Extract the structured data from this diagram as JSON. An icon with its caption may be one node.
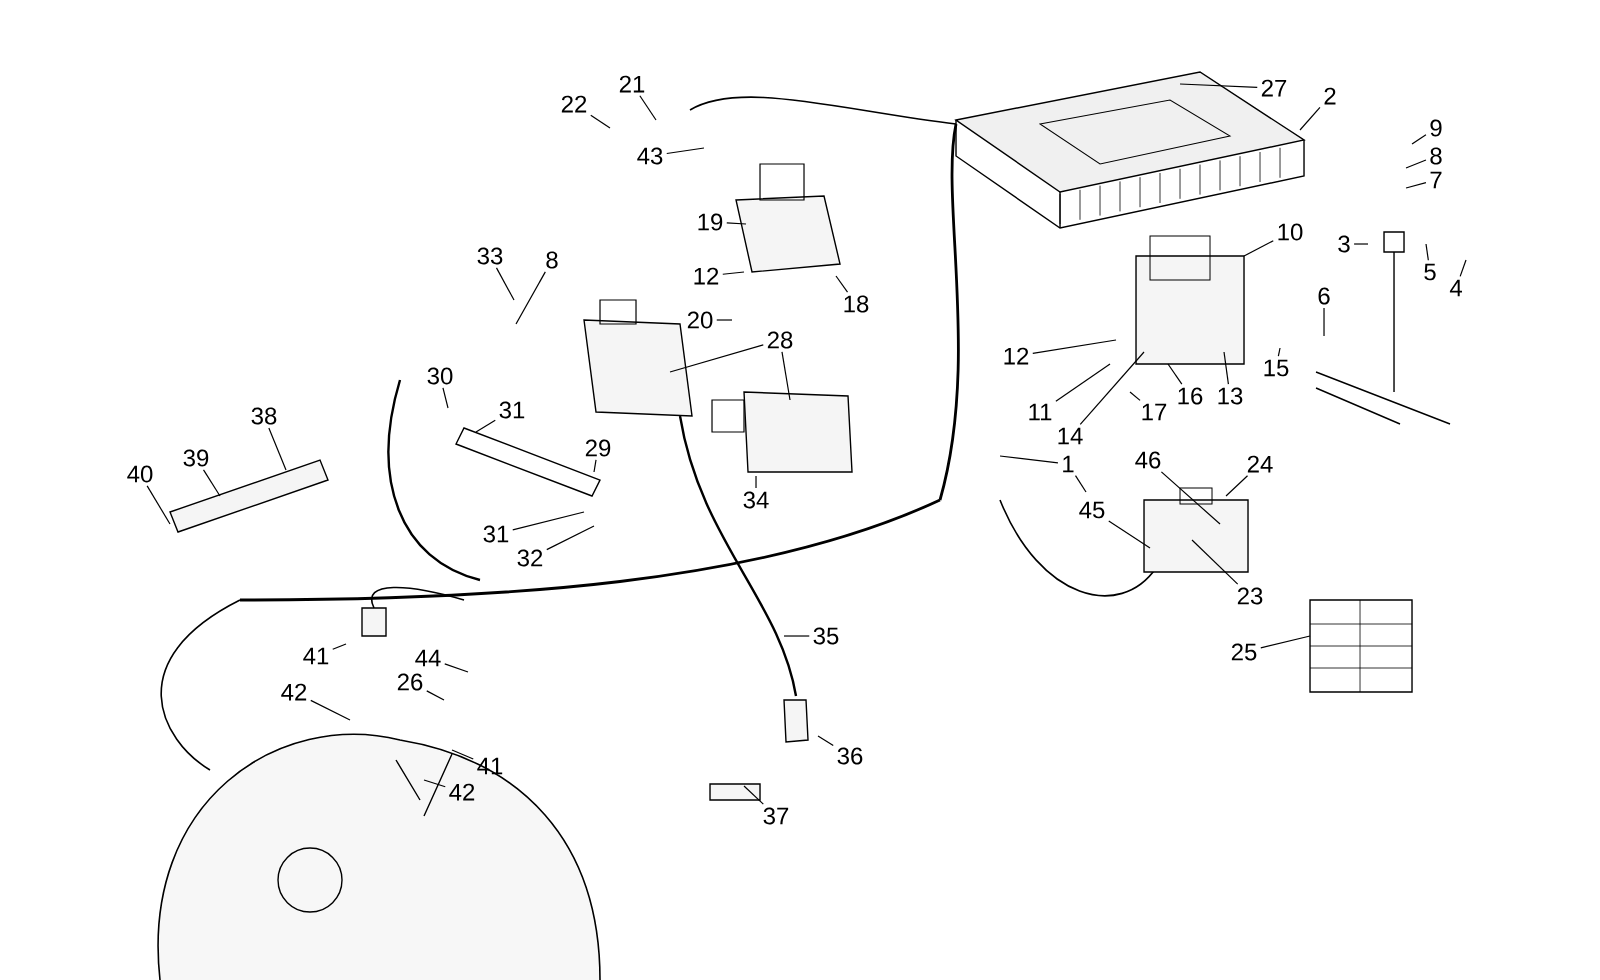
{
  "diagram": {
    "nodes": [
      {
        "text": [
          "27"
        ]
      },
      {
        "text": [
          "21"
        ]
      },
      {
        "text": [
          "2"
        ]
      },
      {
        "text": [
          "22"
        ]
      },
      {
        "text": [
          "9"
        ]
      },
      {
        "text": [
          "43"
        ]
      },
      {
        "text": [
          "8"
        ]
      },
      {
        "text": [
          "7"
        ]
      },
      {
        "text": [
          "19"
        ]
      },
      {
        "text": [
          "10"
        ]
      },
      {
        "text": [
          "3"
        ]
      },
      {
        "text": [
          "33"
        ]
      },
      {
        "text": [
          "8"
        ]
      },
      {
        "text": [
          "5"
        ]
      },
      {
        "text": [
          "12"
        ]
      },
      {
        "text": [
          "4"
        ]
      },
      {
        "text": [
          "6"
        ]
      },
      {
        "text": [
          "18"
        ]
      },
      {
        "text": [
          "20"
        ]
      },
      {
        "text": [
          "28"
        ]
      },
      {
        "text": [
          "12"
        ]
      },
      {
        "text": [
          "15"
        ]
      },
      {
        "text": [
          "30"
        ]
      },
      {
        "text": [
          "16"
        ]
      },
      {
        "text": [
          "13"
        ]
      },
      {
        "text": [
          "31"
        ]
      },
      {
        "text": [
          "11"
        ]
      },
      {
        "text": [
          "17"
        ]
      },
      {
        "text": [
          "38"
        ]
      },
      {
        "text": [
          "14"
        ]
      },
      {
        "text": [
          "29"
        ]
      },
      {
        "text": [
          "39"
        ]
      },
      {
        "text": [
          "1"
        ]
      },
      {
        "text": [
          "46"
        ]
      },
      {
        "text": [
          "24"
        ]
      },
      {
        "text": [
          "40"
        ]
      },
      {
        "text": [
          "34"
        ]
      },
      {
        "text": [
          "45"
        ]
      },
      {
        "text": [
          "31"
        ]
      },
      {
        "text": [
          "32"
        ]
      },
      {
        "text": [
          "23"
        ]
      },
      {
        "text": [
          "35"
        ]
      },
      {
        "text": [
          "25"
        ]
      },
      {
        "text": [
          "41"
        ]
      },
      {
        "text": [
          "44"
        ]
      },
      {
        "text": [
          "26"
        ]
      },
      {
        "text": [
          "42"
        ]
      },
      {
        "text": [
          "36"
        ]
      },
      {
        "text": [
          "41"
        ]
      },
      {
        "text": [
          "42"
        ]
      },
      {
        "text": [
          "37"
        ]
      }
    ],
    "edges": [
      {
        "from": 0,
        "to": null,
        "arrow": "none"
      },
      {
        "from": 1,
        "to": null,
        "arrow": "none"
      },
      {
        "from": 2,
        "to": null,
        "arrow": "none"
      },
      {
        "from": 3,
        "to": null,
        "arrow": "none"
      },
      {
        "from": 4,
        "to": null,
        "arrow": "none"
      },
      {
        "from": 5,
        "to": null,
        "arrow": "none"
      },
      {
        "from": 6,
        "to": null,
        "arrow": "none"
      },
      {
        "from": 7,
        "to": null,
        "arrow": "none"
      },
      {
        "from": 8,
        "to": null,
        "arrow": "none"
      },
      {
        "from": 9,
        "to": null,
        "arrow": "none"
      },
      {
        "from": 10,
        "to": null,
        "arrow": "none"
      },
      {
        "from": 11,
        "to": null,
        "arrow": "none"
      },
      {
        "from": 12,
        "to": null,
        "arrow": "none"
      },
      {
        "from": 13,
        "to": null,
        "arrow": "none"
      },
      {
        "from": 14,
        "to": null,
        "arrow": "none"
      },
      {
        "from": 15,
        "to": null,
        "arrow": "none"
      },
      {
        "from": 16,
        "to": null,
        "arrow": "none"
      },
      {
        "from": 17,
        "to": null,
        "arrow": "none"
      },
      {
        "from": 18,
        "to": null,
        "arrow": "none"
      },
      {
        "from": 19,
        "to": null,
        "arrow": "none"
      },
      {
        "from": 20,
        "to": null,
        "arrow": "none"
      },
      {
        "from": 21,
        "to": null,
        "arrow": "none"
      },
      {
        "from": 22,
        "to": null,
        "arrow": "none"
      },
      {
        "from": 23,
        "to": null,
        "arrow": "none"
      },
      {
        "from": 24,
        "to": null,
        "arrow": "none"
      },
      {
        "from": 25,
        "to": null,
        "arrow": "none"
      },
      {
        "from": 26,
        "to": null,
        "arrow": "none"
      },
      {
        "from": 27,
        "to": null,
        "arrow": "none"
      },
      {
        "from": 28,
        "to": null,
        "arrow": "none"
      },
      {
        "from": 29,
        "to": null,
        "arrow": "none"
      },
      {
        "from": 30,
        "to": null,
        "arrow": "none"
      },
      {
        "from": 31,
        "to": null,
        "arrow": "none"
      },
      {
        "from": 32,
        "to": null,
        "arrow": "none"
      },
      {
        "from": 33,
        "to": null,
        "arrow": "none"
      },
      {
        "from": 34,
        "to": null,
        "arrow": "none"
      },
      {
        "from": 35,
        "to": null,
        "arrow": "none"
      },
      {
        "from": 36,
        "to": null,
        "arrow": "none"
      },
      {
        "from": 37,
        "to": null,
        "arrow": "none"
      },
      {
        "from": 38,
        "to": null,
        "arrow": "none"
      },
      {
        "from": 39,
        "to": null,
        "arrow": "none"
      },
      {
        "from": 40,
        "to": null,
        "arrow": "none"
      },
      {
        "from": 41,
        "to": null,
        "arrow": "none"
      },
      {
        "from": 42,
        "to": null,
        "arrow": "none"
      },
      {
        "from": 43,
        "to": null,
        "arrow": "none"
      },
      {
        "from": 44,
        "to": null,
        "arrow": "none"
      },
      {
        "from": 45,
        "to": null,
        "arrow": "none"
      },
      {
        "from": 46,
        "to": null,
        "arrow": "none"
      },
      {
        "from": 47,
        "to": null,
        "arrow": "none"
      },
      {
        "from": 48,
        "to": null,
        "arrow": "none"
      },
      {
        "from": 49,
        "to": null,
        "arrow": "none"
      },
      {
        "from": 50,
        "to": null,
        "arrow": "none"
      },
      {
        "from": 19,
        "to": null,
        "arrow": "none"
      },
      {
        "from": 32,
        "to": null,
        "arrow": "none"
      }
    ]
  }
}
